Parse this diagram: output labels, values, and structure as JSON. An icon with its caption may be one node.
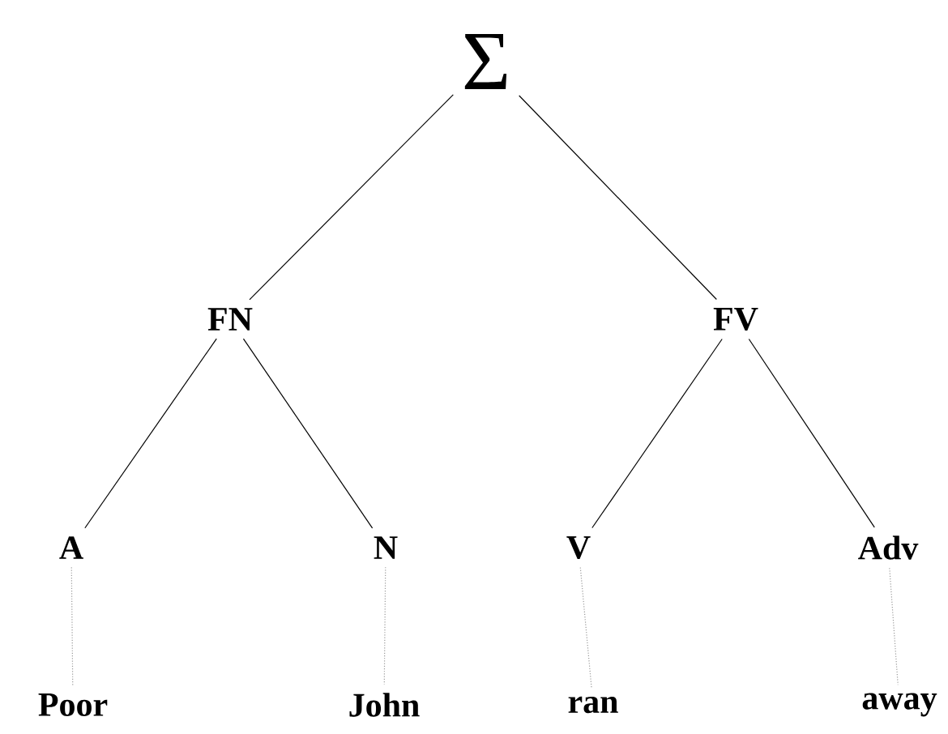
{
  "diagram": {
    "nodes": [
      {
        "text": [
          "Σ"
        ]
      },
      {
        "text": [
          "FN"
        ]
      },
      {
        "text": [
          "FV"
        ]
      },
      {
        "text": [
          "A"
        ]
      },
      {
        "text": [
          "N"
        ]
      },
      {
        "text": [
          "V"
        ]
      },
      {
        "text": [
          "Adv"
        ]
      },
      {
        "text": [
          "Poor"
        ]
      },
      {
        "text": [
          "John"
        ]
      },
      {
        "text": [
          "ran"
        ]
      },
      {
        "text": [
          "away"
        ]
      }
    ],
    "edges": [
      {
        "from": 0,
        "to": 1,
        "arrow": "none"
      },
      {
        "from": 0,
        "to": 2,
        "arrow": "none"
      },
      {
        "from": 1,
        "to": 3,
        "arrow": "none"
      },
      {
        "from": 1,
        "to": 4,
        "arrow": "none"
      },
      {
        "from": 2,
        "to": 5,
        "arrow": "none"
      },
      {
        "from": 2,
        "to": 6,
        "arrow": "none"
      },
      {
        "from": 3,
        "to": 7,
        "arrow": "none",
        "style": "dashed",
        "color": "#999999"
      },
      {
        "from": 4,
        "to": 8,
        "arrow": "none",
        "style": "dashed",
        "color": "#999999"
      },
      {
        "from": 5,
        "to": 9,
        "arrow": "none",
        "style": "dashed",
        "color": "#999999"
      },
      {
        "from": 6,
        "to": 10,
        "arrow": "none",
        "style": "dashed",
        "color": "#999999"
      }
    ]
  }
}
